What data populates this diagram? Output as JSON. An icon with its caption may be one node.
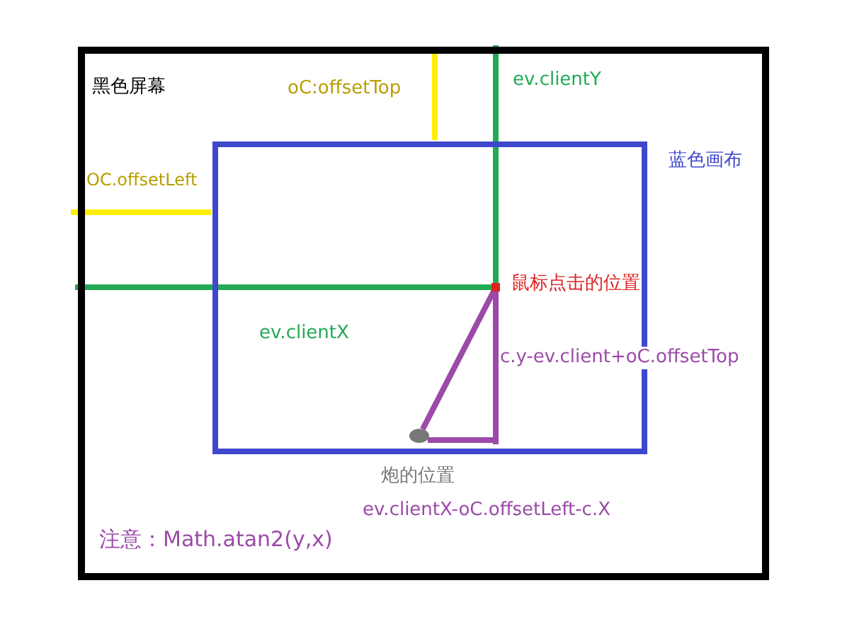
{
  "diagram": {
    "nodes": [
      {
        "text": [
          "黑色屏幕"
        ]
      },
      {
        "text": [
          "蓝色画布"
        ],
        "in": 0
      },
      {
        "text": [],
        "shape": "box",
        "beside": [
          "鼠标点击的位置"
        ],
        "in": 1
      },
      {
        "text": [],
        "shape": "circle",
        "beside": [
          "炮的位置"
        ],
        "in": 1
      }
    ],
    "edges": [
      {
        "from": 3,
        "to": 2,
        "arrow": "none"
      }
    ],
    "labels": [
      "oC:offsetTop",
      "ev.clientY",
      "OC.offsetLeft",
      "ev.clientX",
      "c.y-ev.client+oC.offsetTop",
      "ev.clientX-oC.offsetLeft-c.X",
      "注意：Math.atan2(y,x)"
    ]
  }
}
